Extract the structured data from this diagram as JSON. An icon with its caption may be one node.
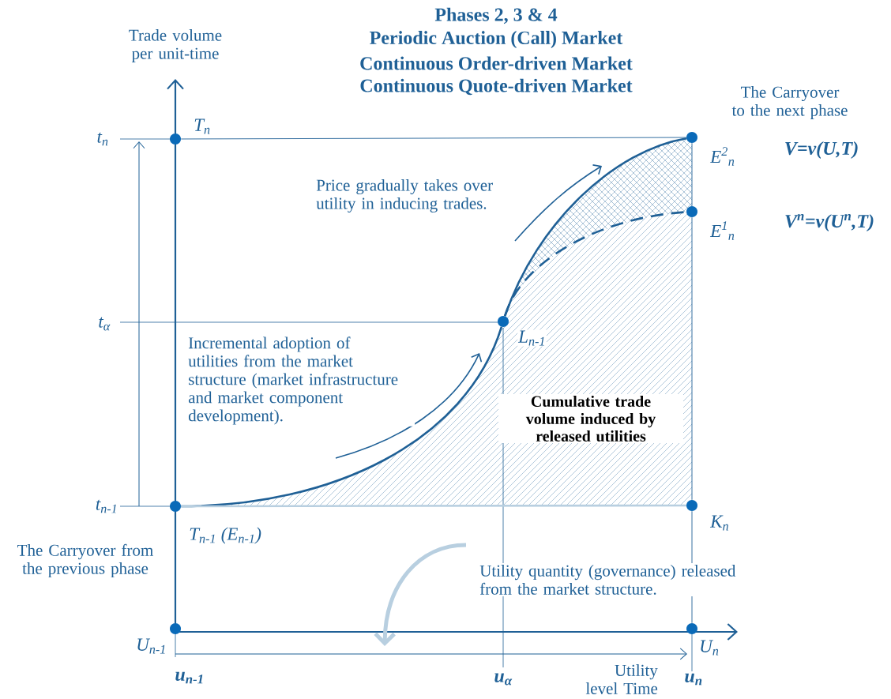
{
  "diagram": {
    "title": "Phases 2, 3 & 4",
    "nodes": [
      {
        "text": [],
        "shape": "circle",
        "beside": [
          "T$_{n}$"
        ]
      },
      {
        "text": [],
        "shape": "circle",
        "beside": [
          "E$^{2}$$_{n}$"
        ]
      },
      {
        "text": [],
        "shape": "circle",
        "beside": [
          "E$^{1}$$_{n}$"
        ]
      },
      {
        "text": [],
        "shape": "circle",
        "beside": [
          "L$_{n-1}$"
        ]
      },
      {
        "text": [],
        "shape": "circle",
        "beside": [
          "T$_{n-1}$ (E$_{n-1}$)"
        ]
      },
      {
        "text": [],
        "shape": "circle",
        "beside": [
          "K$_{n}$"
        ]
      },
      {
        "text": [],
        "shape": "circle",
        "beside": [
          "U$_{n-1}$"
        ]
      },
      {
        "text": [],
        "shape": "circle",
        "beside": [
          "U$_{n}$"
        ]
      }
    ],
    "edges": [
      {
        "from": 0,
        "to": 1,
        "arrow": "none"
      },
      {
        "from": 4,
        "to": 3,
        "arrow": "none",
        "style": "thick"
      },
      {
        "from": 3,
        "to": 1,
        "arrow": "none",
        "style": "thick"
      },
      {
        "from": 3,
        "to": 2,
        "arrow": "none",
        "style": "dashed"
      },
      {
        "from": 1,
        "to": 2,
        "arrow": "none"
      },
      {
        "from": 2,
        "to": 5,
        "arrow": "none"
      },
      {
        "from": 5,
        "to": 7,
        "arrow": "none"
      },
      {
        "from": 4,
        "to": 5,
        "arrow": "none",
        "style": "thick",
        "color": "#b8cfe0"
      }
    ],
    "labels": [
      "Periodic Auction (Call) Market",
      "Continuous Order-driven Market",
      "Continuous Quote-driven Market",
      "Trade volume per unit-time",
      "The Carryover to the next phase",
      "t$_{n}$",
      "V=v(U,T)",
      "Price gradually takes over utility in inducing trades.",
      "V$^{n}$=v(U$^{n}$,T)",
      "t$_{α}$",
      "Incremental adoption of utilities from the market structure (market infrastructure and market component development).",
      "Cumulative trade volume induced by released utilities",
      "t$_{n-1}$",
      "The Carryover from the previous phase",
      "Utility quantity (governance) released from the market structure.",
      "u$_{n-1}$",
      "u$_{α}$",
      "Utility level Time",
      "u$_{n}$"
    ]
  }
}
